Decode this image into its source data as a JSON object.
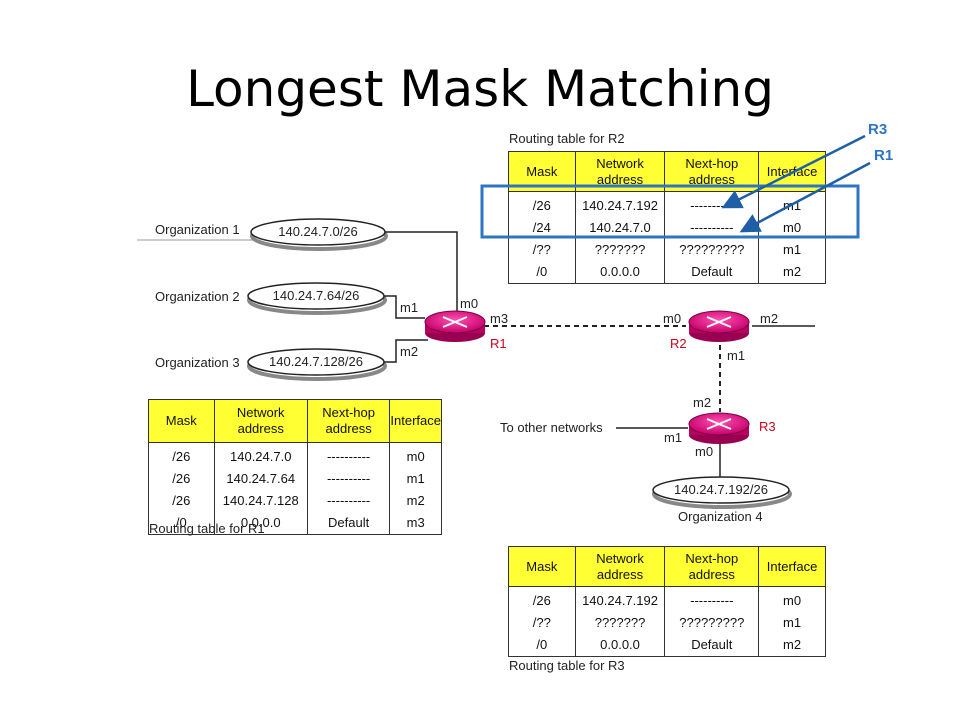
{
  "title": "Longest Mask Matching",
  "colors": {
    "header_fill": "#ffff33",
    "router_fill": "#e8007f",
    "highlight": "#2e75c4",
    "router_label": "#d0021b"
  },
  "columns": [
    "Mask",
    "Network address",
    "Next-hop address",
    "Interface"
  ],
  "table_r2": {
    "caption": "Routing table for R2",
    "rows": [
      [
        "/26",
        "140.24.7.192",
        "----------",
        "m1"
      ],
      [
        "/24",
        "140.24.7.0",
        "----------",
        "m0"
      ],
      [
        "/??",
        "???????",
        "?????????",
        "m1"
      ],
      [
        "/0",
        "0.0.0.0",
        "Default",
        "m2"
      ]
    ]
  },
  "table_r1": {
    "caption": "Routing table for R1",
    "rows": [
      [
        "/26",
        "140.24.7.0",
        "----------",
        "m0"
      ],
      [
        "/26",
        "140.24.7.64",
        "----------",
        "m1"
      ],
      [
        "/26",
        "140.24.7.128",
        "----------",
        "m2"
      ],
      [
        "/0",
        "0.0.0.0",
        "Default",
        "m3"
      ]
    ]
  },
  "table_r3": {
    "caption": "Routing table for R3",
    "rows": [
      [
        "/26",
        "140.24.7.192",
        "----------",
        "m0"
      ],
      [
        "/??",
        "???????",
        "?????????",
        "m1"
      ],
      [
        "/0",
        "0.0.0.0",
        "Default",
        "m2"
      ]
    ]
  },
  "diagram": {
    "org1_label": "Organization 1",
    "org1_net": "140.24.7.0/26",
    "org2_label": "Organization 2",
    "org2_net": "140.24.7.64/26",
    "org3_label": "Organization 3",
    "org3_net": "140.24.7.128/26",
    "org4_label": "Organization 4",
    "org4_net": "140.24.7.192/26",
    "other_networks": "To other networks",
    "r1_name": "R1",
    "r2_name": "R2",
    "r3_name": "R3",
    "r1_m0": "m0",
    "r1_m1": "m1",
    "r1_m2": "m2",
    "r1_m3": "m3",
    "r2_m0": "m0",
    "r2_m1": "m1",
    "r2_m2": "m2",
    "r3_m0": "m0",
    "r3_m1": "m1",
    "r3_m2": "m2"
  },
  "annotations": {
    "r3_label": "R3",
    "r1_label": "R1"
  }
}
